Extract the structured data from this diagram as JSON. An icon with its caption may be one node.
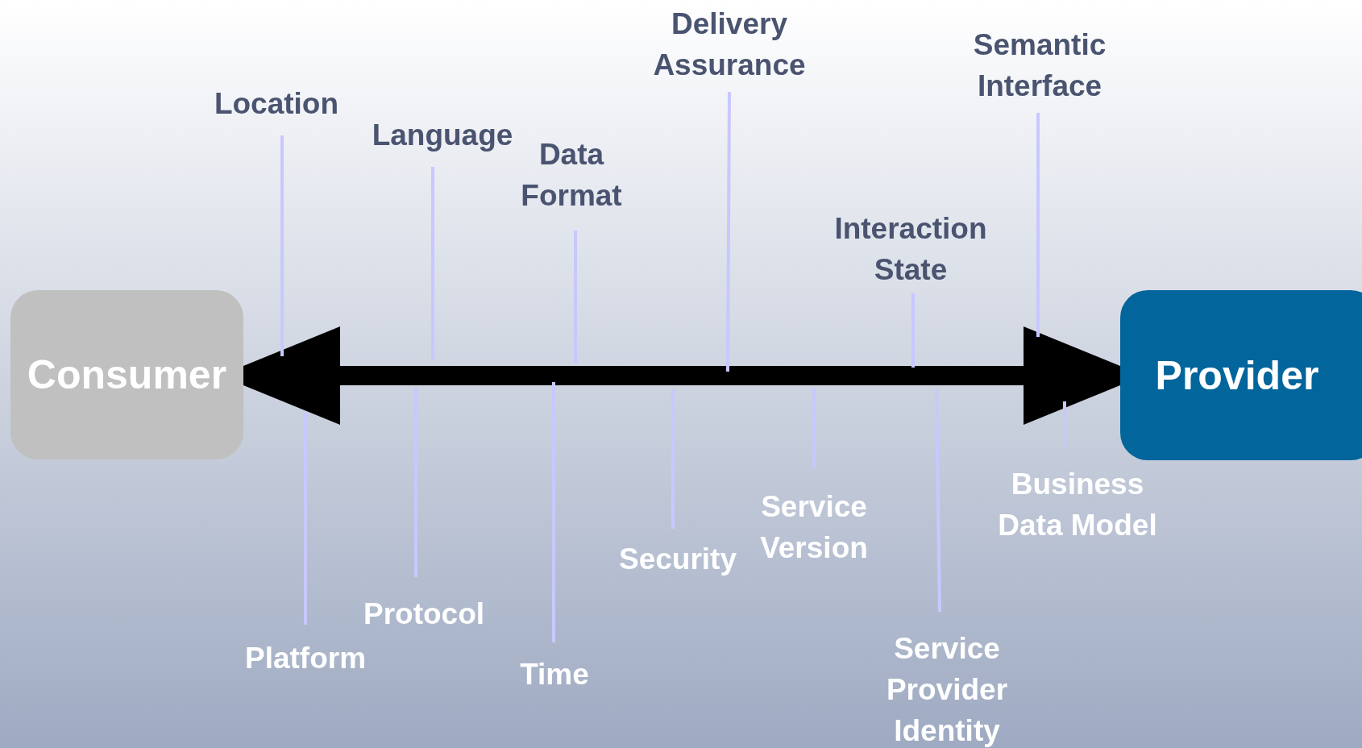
{
  "diagram": {
    "nodes": [
      {
        "text": [
          "Consumer"
        ]
      },
      {
        "text": [
          "Provider"
        ]
      },
      {
        "text": [
          "Location"
        ]
      },
      {
        "text": [
          "Language"
        ]
      },
      {
        "text": [
          "Data Format"
        ]
      },
      {
        "text": [
          "Delivery Assurance"
        ]
      },
      {
        "text": [
          "Semantic Interface"
        ]
      },
      {
        "text": [
          "Interaction State"
        ]
      },
      {
        "text": [
          "Platform"
        ]
      },
      {
        "text": [
          "Protocol"
        ]
      },
      {
        "text": [
          "Time"
        ]
      },
      {
        "text": [
          "Security"
        ]
      },
      {
        "text": [
          "Service Version"
        ]
      },
      {
        "text": [
          "Service Provider Identity"
        ]
      },
      {
        "text": [
          "Business Data Model"
        ]
      }
    ],
    "edges": [
      {
        "from": 0,
        "to": 1,
        "arrow": "both",
        "style": "thick",
        "color": "#000000"
      },
      {
        "from": 2,
        "to": null,
        "arrow": "none"
      },
      {
        "from": 3,
        "to": null,
        "arrow": "none"
      },
      {
        "from": 4,
        "to": null,
        "arrow": "none"
      },
      {
        "from": 5,
        "to": null,
        "arrow": "none"
      },
      {
        "from": 6,
        "to": null,
        "arrow": "none"
      },
      {
        "from": 7,
        "to": null,
        "arrow": "none"
      },
      {
        "from": 8,
        "to": null,
        "arrow": "none"
      },
      {
        "from": 9,
        "to": null,
        "arrow": "none"
      },
      {
        "from": 10,
        "to": null,
        "arrow": "none"
      },
      {
        "from": 11,
        "to": null,
        "arrow": "none"
      },
      {
        "from": 12,
        "to": null,
        "arrow": "none"
      },
      {
        "from": 13,
        "to": null,
        "arrow": "none"
      },
      {
        "from": 14,
        "to": null,
        "arrow": "none"
      }
    ]
  }
}
